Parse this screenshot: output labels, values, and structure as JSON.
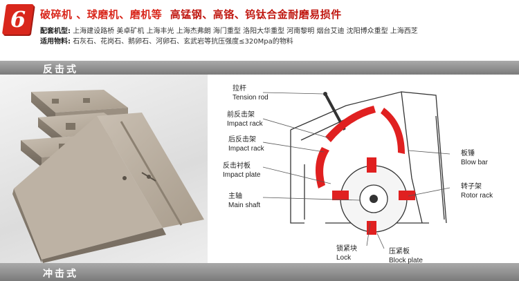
{
  "header": {
    "badge_number": "6",
    "title_a": "破碎机 、球磨机、磨机等",
    "title_b": "高锰钢、高铬、钨钛合金耐磨易损件",
    "models_label": "配套机型:",
    "models_text": "上海建设路桥  美卓矿机  上海丰光  上海杰弗朗  海门重型  洛阳大华重型  河南黎明  烟台艾迪  沈阳博众重型  上海西芝",
    "materials_label": "适用物料:",
    "materials_text": "石灰石、花岗石、鹅卵石、河卵石、玄武岩等抗压强度≤320Mpa的物料"
  },
  "sections": {
    "impact_label": "反击式",
    "hammer_label": "冲击式"
  },
  "diagram": {
    "labels": [
      {
        "id": "tension-rod",
        "zh": "拉杆",
        "en": "Tension rod"
      },
      {
        "id": "front-impact-rack",
        "zh": "前反击架",
        "en": "Impact rack"
      },
      {
        "id": "rear-impact-rack",
        "zh": "后反击架",
        "en": "Impact rack"
      },
      {
        "id": "impact-plate",
        "zh": "反击衬板",
        "en": "Impact plate"
      },
      {
        "id": "main-shaft",
        "zh": "主轴",
        "en": "Main shaft"
      },
      {
        "id": "lock",
        "zh": "锁紧块",
        "en": "Lock"
      },
      {
        "id": "block-plate",
        "zh": "压紧板",
        "en": "Block plate"
      },
      {
        "id": "blow-bar",
        "zh": "板锤",
        "en": "Blow bar"
      },
      {
        "id": "rotor-rack",
        "zh": "转子架",
        "en": "Rotor rack"
      }
    ]
  },
  "colors": {
    "accent": "#d9271c",
    "part_red": "#e02020",
    "bar_gray": "#8e8e8e"
  }
}
